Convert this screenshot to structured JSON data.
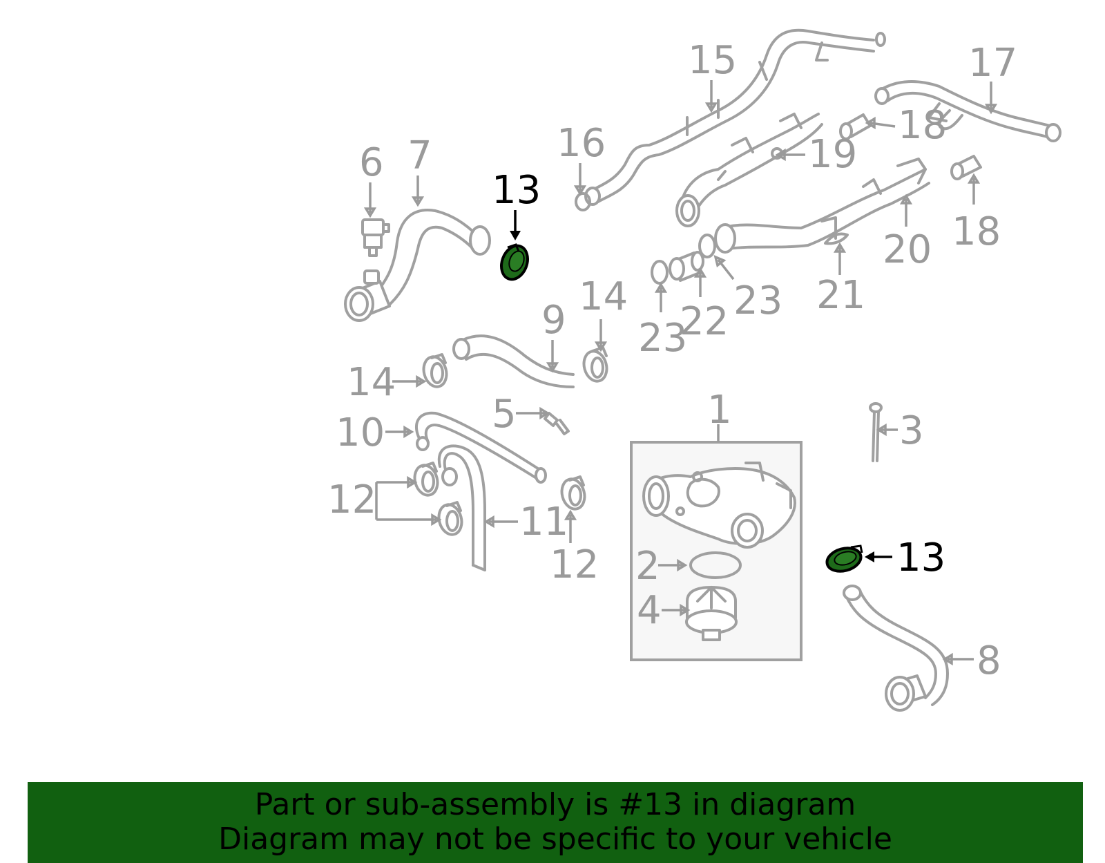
{
  "diagram": {
    "highlight_color": "#1e6b1a",
    "callouts": [
      {
        "id": "c1",
        "label": "1"
      },
      {
        "id": "c2",
        "label": "2"
      },
      {
        "id": "c3",
        "label": "3"
      },
      {
        "id": "c4",
        "label": "4"
      },
      {
        "id": "c5",
        "label": "5"
      },
      {
        "id": "c6",
        "label": "6"
      },
      {
        "id": "c7",
        "label": "7"
      },
      {
        "id": "c8",
        "label": "8"
      },
      {
        "id": "c9",
        "label": "9"
      },
      {
        "id": "c10",
        "label": "10"
      },
      {
        "id": "c11",
        "label": "11"
      },
      {
        "id": "c12a",
        "label": "12"
      },
      {
        "id": "c12b",
        "label": "12"
      },
      {
        "id": "c13a",
        "label": "13"
      },
      {
        "id": "c13b",
        "label": "13"
      },
      {
        "id": "c14a",
        "label": "14"
      },
      {
        "id": "c14b",
        "label": "14"
      },
      {
        "id": "c15",
        "label": "15"
      },
      {
        "id": "c16",
        "label": "16"
      },
      {
        "id": "c17",
        "label": "17"
      },
      {
        "id": "c18a",
        "label": "18"
      },
      {
        "id": "c18b",
        "label": "18"
      },
      {
        "id": "c19",
        "label": "19"
      },
      {
        "id": "c20",
        "label": "20"
      },
      {
        "id": "c21",
        "label": "21"
      },
      {
        "id": "c22",
        "label": "22"
      },
      {
        "id": "c23a",
        "label": "23"
      },
      {
        "id": "c23b",
        "label": "23"
      }
    ]
  },
  "banner": {
    "line1": "Part or sub-assembly is #13 in diagram",
    "line2": "Diagram may not be specific to your vehicle",
    "color": "#116010"
  }
}
